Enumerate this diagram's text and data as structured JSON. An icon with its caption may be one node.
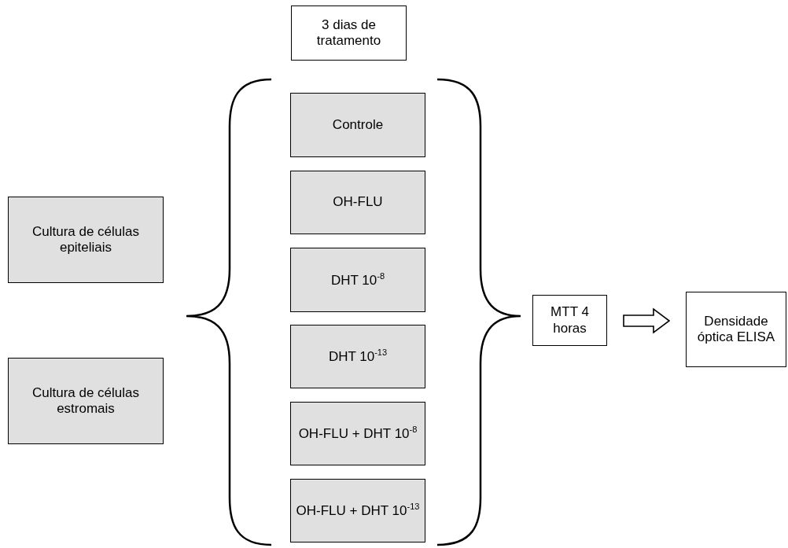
{
  "diagram": {
    "nodes": [
      {
        "text": [
          "3 dias de tratamento"
        ]
      },
      {
        "text": [
          "Cultura de células epiteliais"
        ]
      },
      {
        "text": [
          "Cultura de células estromais"
        ]
      },
      {
        "text": [
          "Controle"
        ]
      },
      {
        "text": [
          "OH-FLU"
        ]
      },
      {
        "text": [
          "DHT 10$^{-8}$"
        ]
      },
      {
        "text": [
          "DHT 10$^{-13}$"
        ]
      },
      {
        "text": [
          "OH-FLU + DHT 10$^{-8}$"
        ]
      },
      {
        "text": [
          "OH-FLU + DHT 10$^{-13}$"
        ]
      },
      {
        "text": [
          "MTT 4 horas"
        ]
      },
      {
        "text": [
          "Densidade óptica ELISA"
        ]
      }
    ],
    "edges": [
      {
        "from": 9,
        "to": 10,
        "arrow": "to"
      }
    ]
  }
}
